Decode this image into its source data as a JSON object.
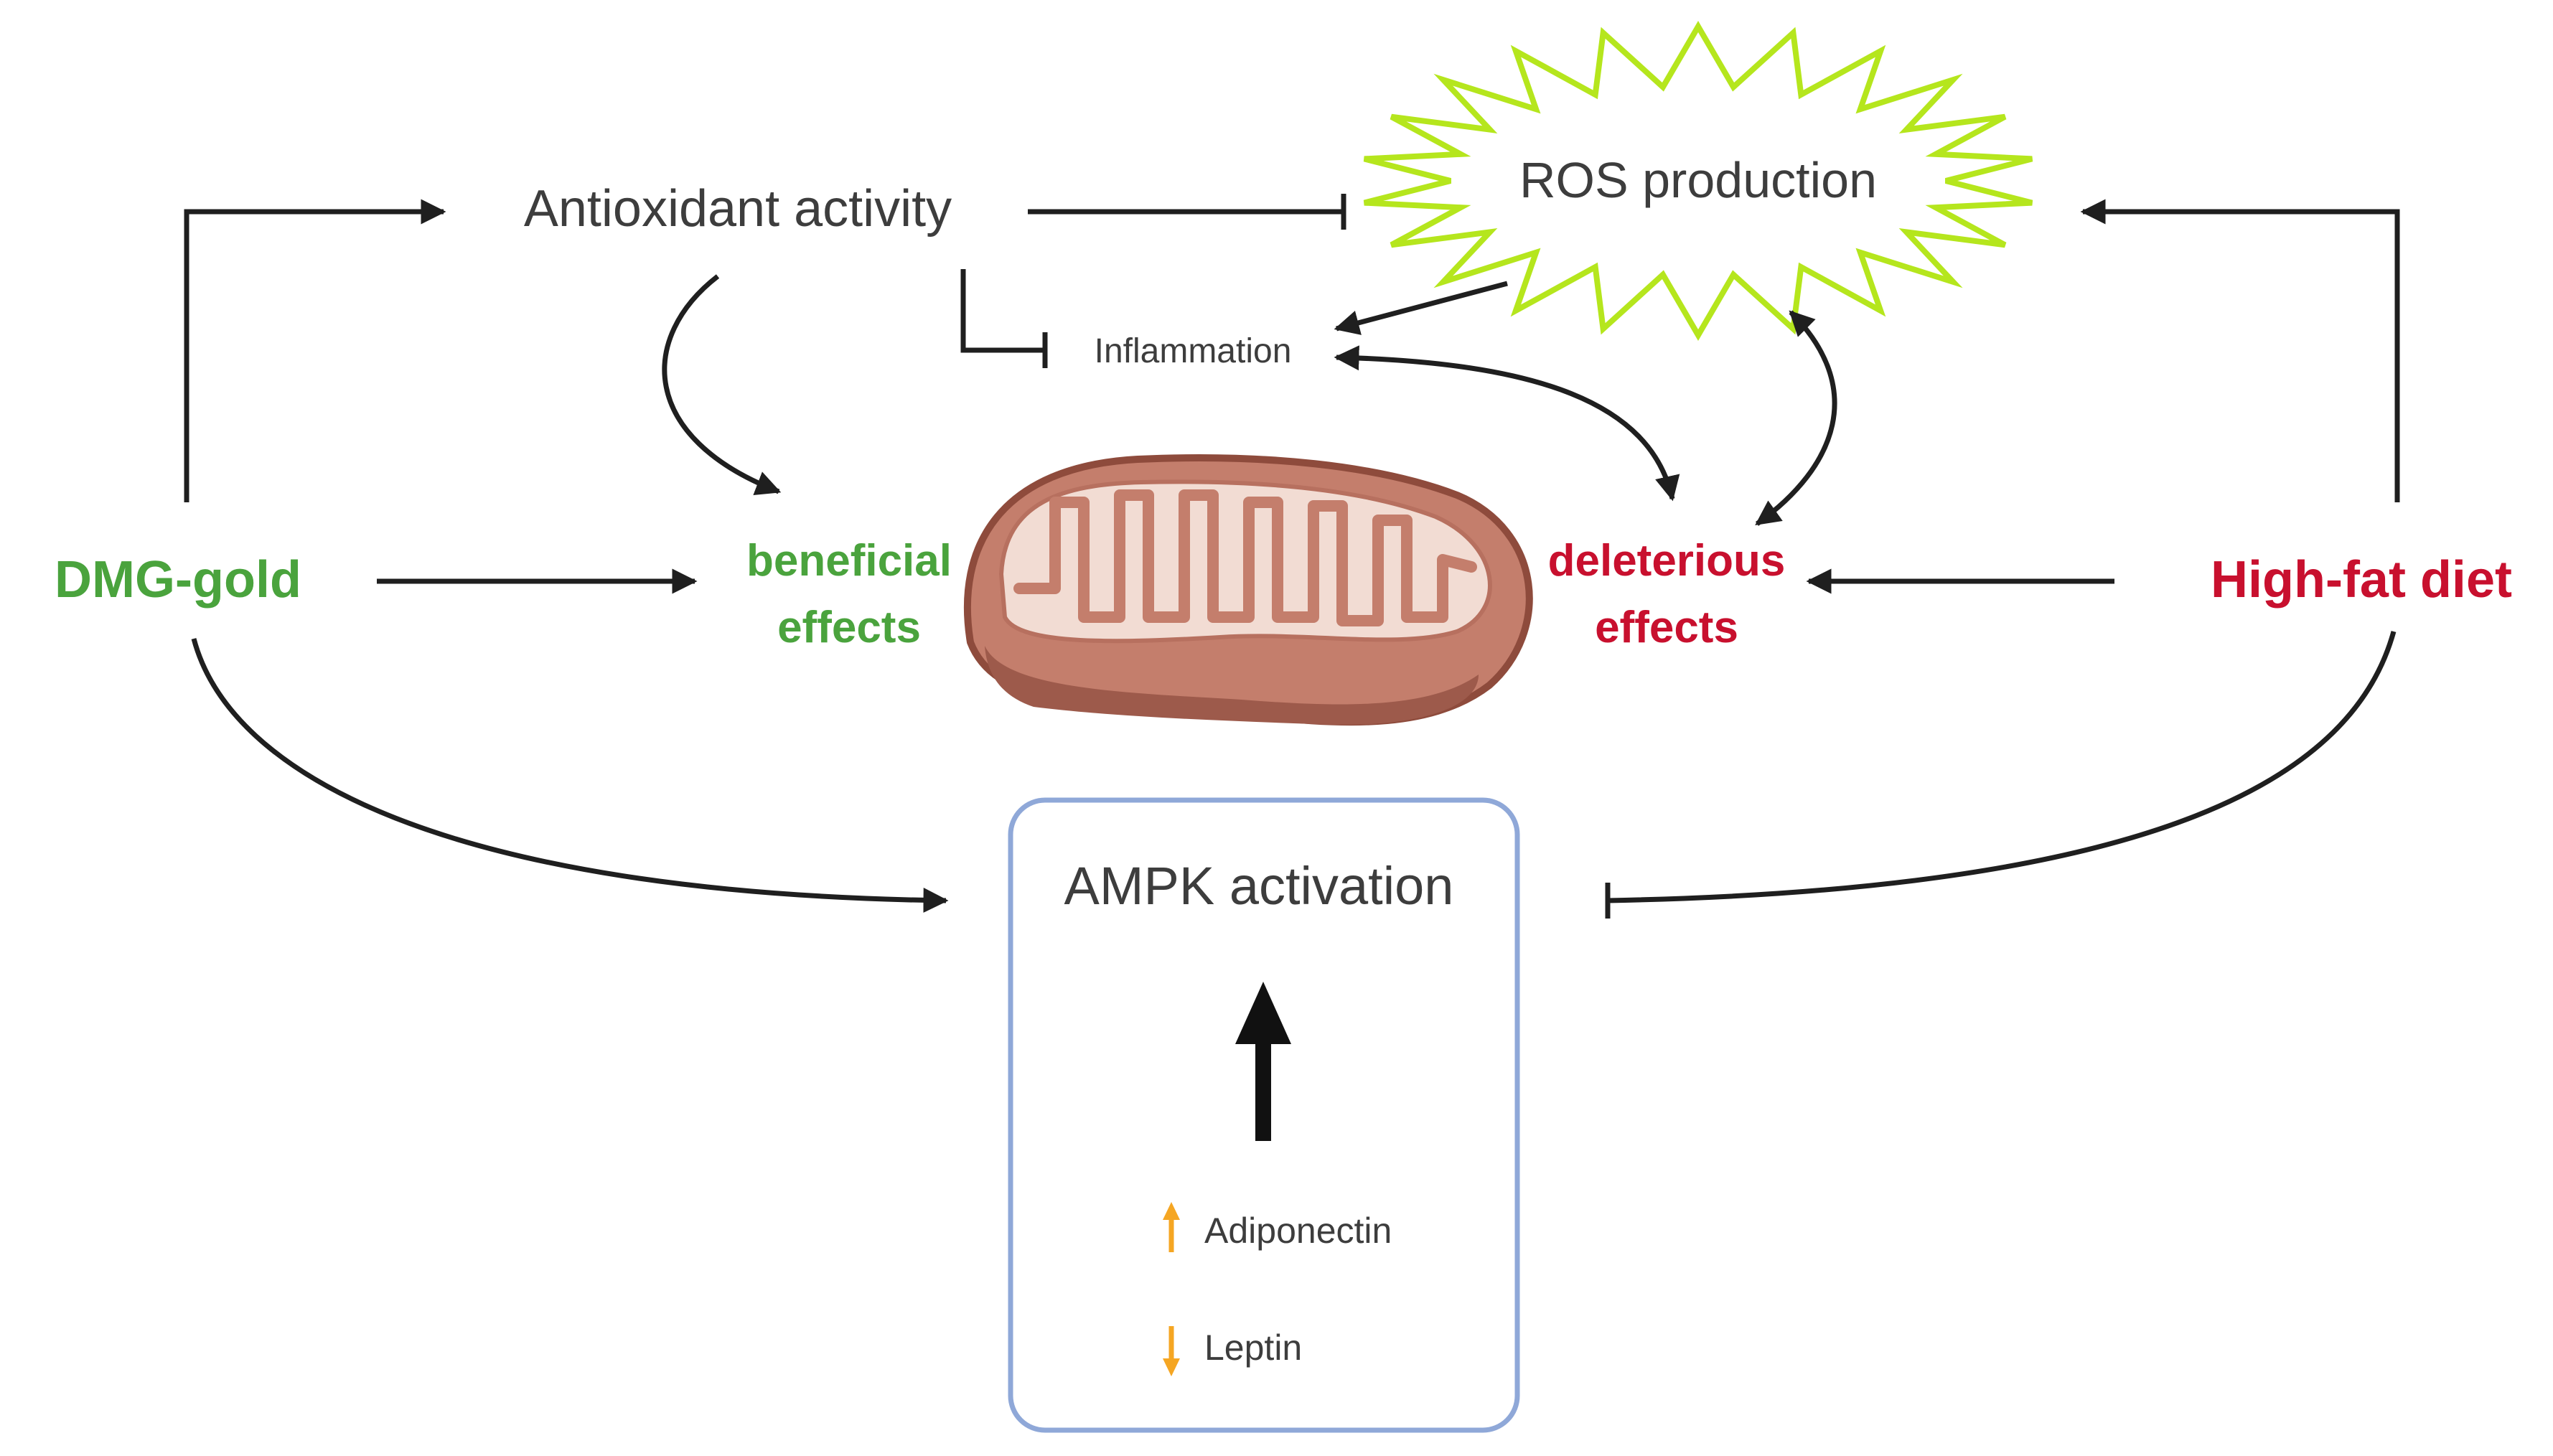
{
  "nodes": {
    "antioxidant": "Antioxidant activity",
    "ros": "ROS production",
    "inflammation": "Inflammation",
    "dmg_gold": "DMG-gold",
    "high_fat": "High-fat diet",
    "beneficial_line1": "beneficial",
    "beneficial_line2": "effects",
    "deleterious_line1": "deleterious",
    "deleterious_line2": "effects",
    "ampk": "AMPK activation",
    "adiponectin": "Adiponectin",
    "leptin": "Leptin"
  },
  "markers": {
    "adiponectin": "up",
    "leptin": "down"
  },
  "colors": {
    "green": "#4aa33d",
    "red": "#c8102e",
    "ros_burst": "#b5e61d",
    "ampk_box_border": "#8fa8d8",
    "marker_orange": "#f5a623",
    "mitochondria_outer": "#c47e6c",
    "mitochondria_inner": "#f2dcd3",
    "arrow": "#1f1f1f"
  },
  "icons": [
    "mitochondria-icon",
    "ros-burst-icon"
  ],
  "edges": [
    {
      "from": "DMG-gold",
      "to": "Antioxidant activity",
      "type": "activation"
    },
    {
      "from": "DMG-gold",
      "to": "beneficial effects",
      "type": "activation"
    },
    {
      "from": "DMG-gold",
      "to": "AMPK activation",
      "type": "activation"
    },
    {
      "from": "Antioxidant activity",
      "to": "ROS production",
      "type": "inhibition"
    },
    {
      "from": "Antioxidant activity",
      "to": "Inflammation",
      "type": "inhibition"
    },
    {
      "from": "Antioxidant activity",
      "to": "beneficial effects",
      "type": "activation"
    },
    {
      "from": "ROS production",
      "to": "Inflammation",
      "type": "activation"
    },
    {
      "from": "Inflammation",
      "to": "deleterious effects",
      "type": "bidirectional"
    },
    {
      "from": "ROS production",
      "to": "deleterious effects",
      "type": "bidirectional"
    },
    {
      "from": "High-fat diet",
      "to": "ROS production",
      "type": "activation"
    },
    {
      "from": "High-fat diet",
      "to": "deleterious effects",
      "type": "activation"
    },
    {
      "from": "High-fat diet",
      "to": "AMPK activation",
      "type": "inhibition"
    }
  ]
}
